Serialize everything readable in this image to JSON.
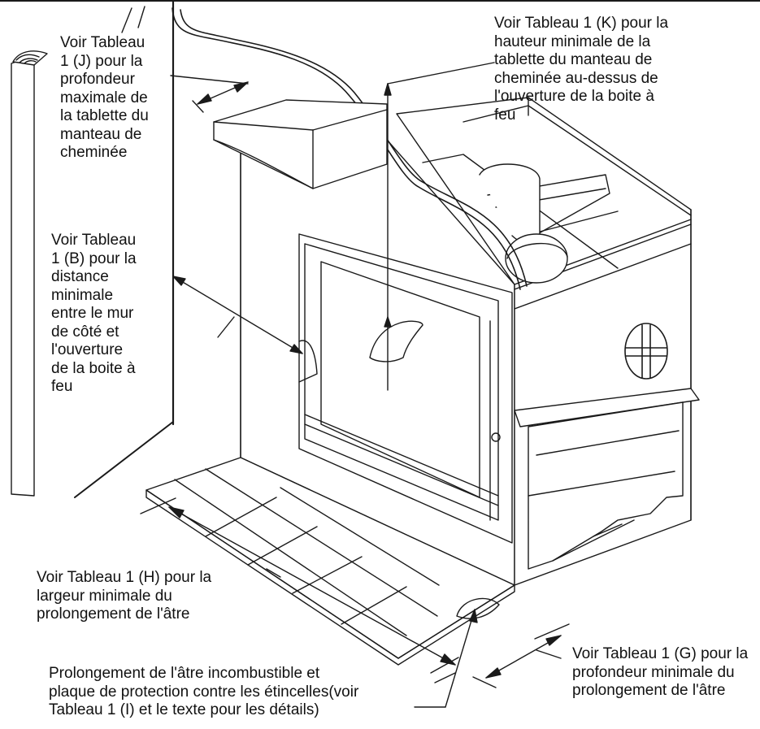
{
  "labels": {
    "mantel_depth": "Voir Tableau\n1 (J) pour la\nprofondeur\nmaximale de\nla tablette du\nmanteau de\ncheminée",
    "mantel_height": "Voir Tableau 1 (K) pour la\nhauteur minimale de la\ntablette du manteau de\ncheminée au-dessus de\nl'ouverture de la boite à\nfeu",
    "side_wall": "Voir Tableau\n1 (B) pour la\ndistance\nminimale\nentre le mur\nde côté et\nl'ouverture\nde la boite à\nfeu",
    "hearth_width": "Voir Tableau 1 (H) pour la\nlargeur minimale du\nprolongement de l'âtre",
    "hearth_depth": "Voir Tableau 1 (G) pour la\nprofondeur minimale du\nprolongement de l'âtre",
    "hearth_protection": "Prolongement de l'âtre incombustible et\nplaque de protection contre les étincelles(voir\nTableau 1 (I) et le texte pour les détails)"
  },
  "colors": {
    "line": "#1a1a1a",
    "background": "#ffffff"
  }
}
